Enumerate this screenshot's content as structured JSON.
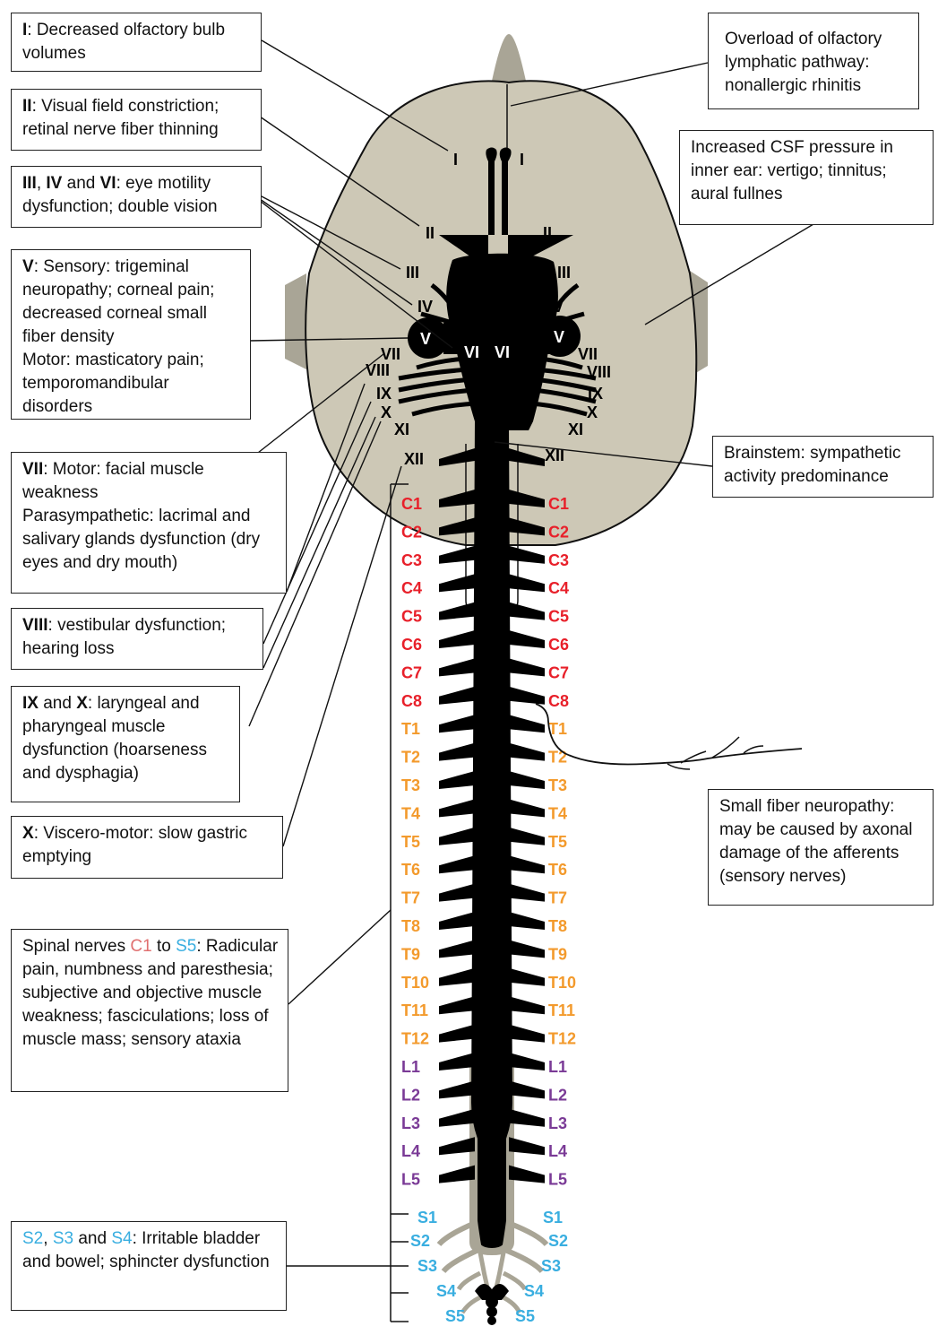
{
  "colors": {
    "brain": "#cdc8b6",
    "ear": "#a9a596",
    "cord": "#000000",
    "cervical": "#e8202a",
    "thoracic": "#f39a2c",
    "lumbar": "#7a3a96",
    "sacral": "#39aee0",
    "nerve_gray": "#a9a596"
  },
  "cranial_nerves": {
    "I": "I",
    "II": "II",
    "III": "III",
    "IV": "IV",
    "V": "V",
    "VI": "VI",
    "VII": "VII",
    "VIII": "VIII",
    "IX": "IX",
    "X": "X",
    "XI": "XI",
    "XII": "XII"
  },
  "spinal_levels": {
    "cervical": [
      "C1",
      "C2",
      "C3",
      "C4",
      "C5",
      "C6",
      "C7",
      "C8"
    ],
    "thoracic": [
      "T1",
      "T2",
      "T3",
      "T4",
      "T5",
      "T6",
      "T7",
      "T8",
      "T9",
      "T10",
      "T11",
      "T12"
    ],
    "lumbar": [
      "L1",
      "L2",
      "L3",
      "L4",
      "L5"
    ],
    "sacral": [
      "S1",
      "S2",
      "S3",
      "S4",
      "S5"
    ]
  },
  "boxes": {
    "olfactory_bulb": {
      "b1": "I",
      "t1": ": Decreased olfactory bulb volumes"
    },
    "optic": {
      "b1": "II",
      "t1": ": Visual field constriction; retinal nerve fiber thinning"
    },
    "eye_motility": {
      "b1": "III",
      "s1": ", ",
      "b2": "IV",
      "s2": " and ",
      "b3": "VI",
      "t1": ": eye motility dysfunction; double vision"
    },
    "trigeminal": {
      "b1": "V",
      "t1": ": Sensory: trigeminal neuropathy; corneal pain; decreased corneal small fiber density",
      "t2": "Motor: masticatory pain; temporomandibular disorders"
    },
    "facial": {
      "b1": "VII",
      "t1": ": Motor: facial muscle weakness",
      "t2": "Parasympathetic: lacrimal and salivary glands dysfunction (dry eyes and dry mouth)"
    },
    "vestibular": {
      "b1": "VIII",
      "t1": ": vestibular dysfunction; hearing loss"
    },
    "laryngeal": {
      "b1": "IX",
      "s1": " and ",
      "b2": "X",
      "t1": ": laryngeal and pharyngeal muscle dysfunction (hoarseness and dysphagia)"
    },
    "vagus": {
      "b1": "X",
      "t1": ": Viscero-motor: slow gastric emptying"
    },
    "spinal": {
      "t1": "Spinal nerves ",
      "c1": "C1",
      "t2": " to ",
      "s5": "S5",
      "t3": ": Radicular pain, numbness and paresthesia; subjective and objective muscle weakness; fasciculations; loss of muscle mass; sensory ataxia"
    },
    "sacral": {
      "s2": "S2",
      "sep1": ", ",
      "s3": "S3",
      "sep2": " and ",
      "s4": "S4",
      "t1": ": Irritable bladder and bowel; sphincter dysfunction"
    },
    "olfactory_lymph": {
      "t1": "Overload of olfactory lymphatic pathway: nonallergic rhinitis"
    },
    "csf": {
      "t1": "Increased CSF pressure in inner ear: vertigo; tinnitus; aural fullnes"
    },
    "brainstem": {
      "t1": "Brainstem: sympathetic activity predominance"
    },
    "small_fiber": {
      "t1": "Small fiber neuropathy: may be caused by axonal damage of the afferents (sensory nerves)"
    }
  }
}
